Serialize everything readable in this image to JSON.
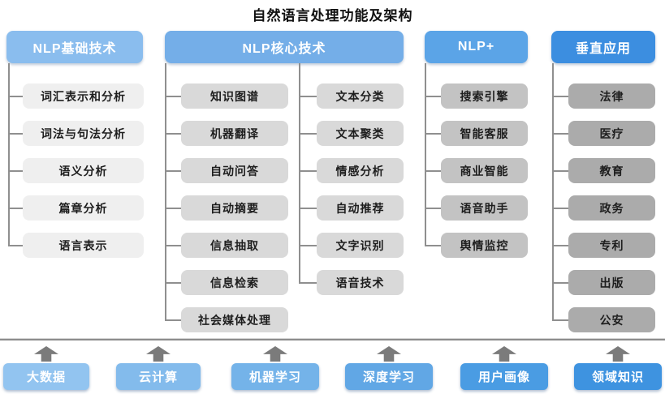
{
  "title": "自然语言处理功能及架构",
  "columns": [
    {
      "id": "nlp-basic",
      "header": "NLP基础技术",
      "header_color": "#8abdee",
      "item_color": "#efefef",
      "items": [
        "词汇表示和分析",
        "词法与句法分析",
        "语义分析",
        "篇章分析",
        "语言表示"
      ]
    },
    {
      "id": "nlp-core",
      "header": "NLP核心技术",
      "header_color": "#74aee8",
      "item_color": "#d9d9d9",
      "sub_columns": [
        [
          "知识图谱",
          "机器翻译",
          "自动问答",
          "自动摘要",
          "信息抽取",
          "信息检索",
          "社会媒体处理"
        ],
        [
          "文本分类",
          "文本聚类",
          "情感分析",
          "自动推荐",
          "文字识别",
          "语音技术"
        ]
      ]
    },
    {
      "id": "nlp-plus",
      "header": "NLP+",
      "header_color": "#5ba4e7",
      "item_color": "#c3c3c3",
      "items": [
        "搜索引擎",
        "智能客服",
        "商业智能",
        "语音助手",
        "舆情监控"
      ]
    },
    {
      "id": "vertical-apps",
      "header": "垂直应用",
      "header_color": "#3c8ee0",
      "item_color": "#ababab",
      "items": [
        "法律",
        "医疗",
        "教育",
        "政务",
        "专利",
        "出版",
        "公安"
      ]
    }
  ],
  "foundation": {
    "items": [
      {
        "label": "大数据",
        "color": "#92c4f0"
      },
      {
        "label": "云计算",
        "color": "#83bbec"
      },
      {
        "label": "机器学习",
        "color": "#74b3e9"
      },
      {
        "label": "深度学习",
        "color": "#61a7e5"
      },
      {
        "label": "用户画像",
        "color": "#4a9ce3"
      },
      {
        "label": "领域知识",
        "color": "#3e93e0"
      }
    ],
    "arrow_color": "#7b7b7b"
  },
  "connector_color": "#8f8f8f",
  "separator_color": "#8c8c8c"
}
